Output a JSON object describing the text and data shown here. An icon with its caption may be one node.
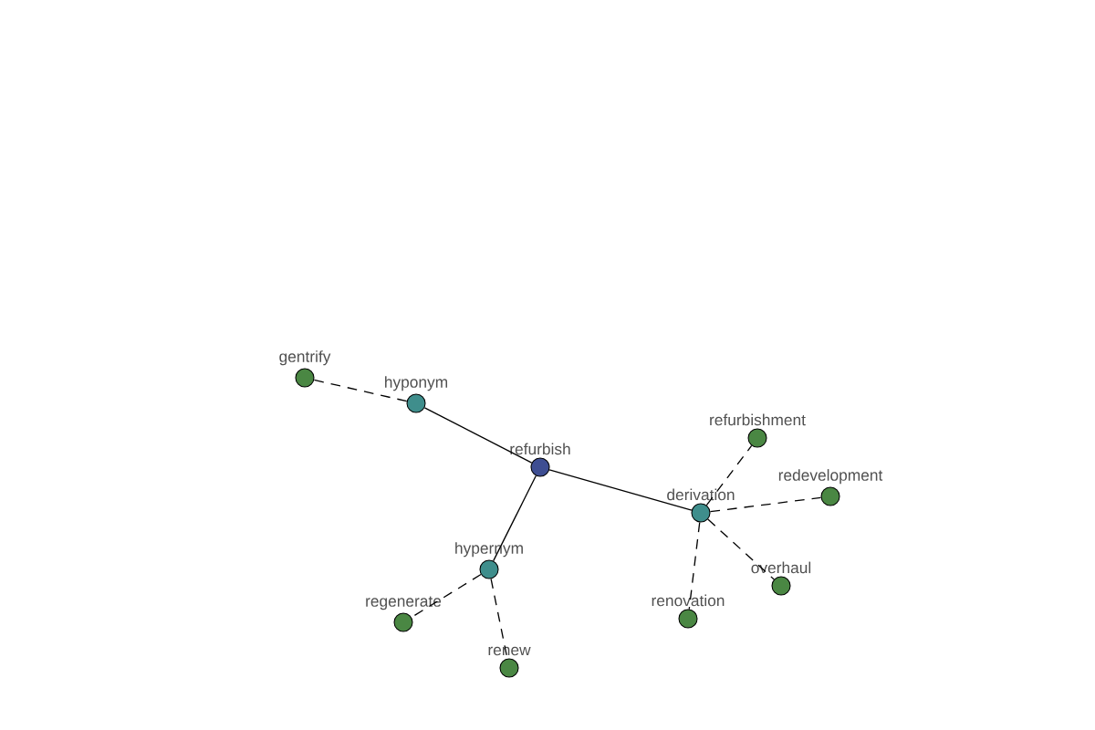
{
  "diagram": {
    "nodes": [
      {
        "text": [
          "refurbish"
        ]
      },
      {
        "text": [
          "hyponym"
        ]
      },
      {
        "text": [
          "gentrify"
        ]
      },
      {
        "text": [
          "hypernym"
        ]
      },
      {
        "text": [
          "regenerate"
        ]
      },
      {
        "text": [
          "renew"
        ]
      },
      {
        "text": [
          "derivation"
        ]
      },
      {
        "text": [
          "refurbishment"
        ]
      },
      {
        "text": [
          "redevelopment"
        ]
      },
      {
        "text": [
          "overhaul"
        ]
      },
      {
        "text": [
          "renovation"
        ]
      }
    ],
    "edges": [
      {
        "from": 0,
        "to": 1,
        "arrow": "none"
      },
      {
        "from": 1,
        "to": 2,
        "arrow": "none",
        "style": "dashed"
      },
      {
        "from": 0,
        "to": 3,
        "arrow": "none"
      },
      {
        "from": 3,
        "to": 4,
        "arrow": "none",
        "style": "dashed"
      },
      {
        "from": 3,
        "to": 5,
        "arrow": "none",
        "style": "dashed"
      },
      {
        "from": 0,
        "to": 6,
        "arrow": "none"
      },
      {
        "from": 6,
        "to": 7,
        "arrow": "none",
        "style": "dashed"
      },
      {
        "from": 6,
        "to": 8,
        "arrow": "none",
        "style": "dashed"
      },
      {
        "from": 6,
        "to": 9,
        "arrow": "none",
        "style": "dashed"
      },
      {
        "from": 6,
        "to": 10,
        "arrow": "none",
        "style": "dashed"
      }
    ]
  }
}
